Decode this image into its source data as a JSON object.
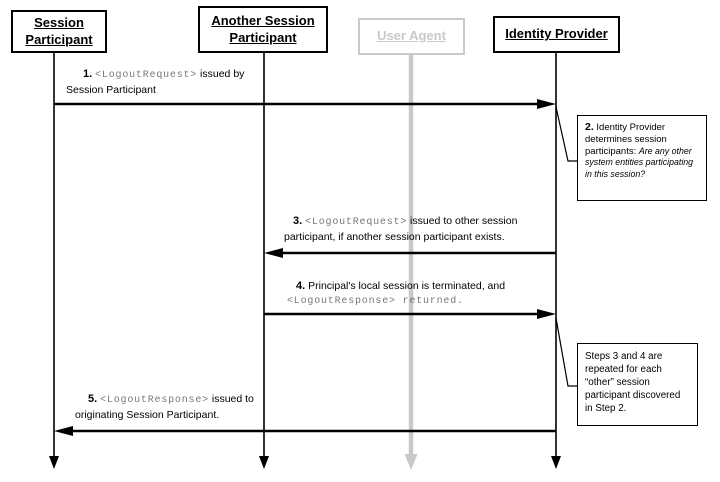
{
  "actors": [
    {
      "label": "Session Participant"
    },
    {
      "label": "Another Session Participant"
    },
    {
      "label": "User Agent"
    },
    {
      "label": "Identity Provider"
    }
  ],
  "steps": {
    "s1": {
      "num": "1.",
      "code": "<LogoutRequest>",
      "text": "issued by",
      "line2": "Session Participant"
    },
    "s3": {
      "num": "3.",
      "code": "<LogoutRequest>",
      "text": "issued to other session",
      "line2": "participant, if another session participant exists."
    },
    "s4": {
      "num": "4.",
      "text": "Principal's local session is terminated, and",
      "line2_code": "<LogoutResponse> returned."
    },
    "s5": {
      "num": "5.",
      "code": "<LogoutResponse>",
      "text": "issued to",
      "line2": "originating Session Participant."
    }
  },
  "notes": {
    "step2": {
      "num": "2.",
      "text": "Identity Provider determines session participants: ",
      "question": "Are any other system entities participating in this session?"
    },
    "steps34": {
      "text": "Steps 3 and 4 are repeated for each “other” session participant discovered in Step 2."
    }
  },
  "colors": {
    "ink": "#000000",
    "code_gray": "#787878",
    "inactive_gray": "#c9c9c9"
  }
}
